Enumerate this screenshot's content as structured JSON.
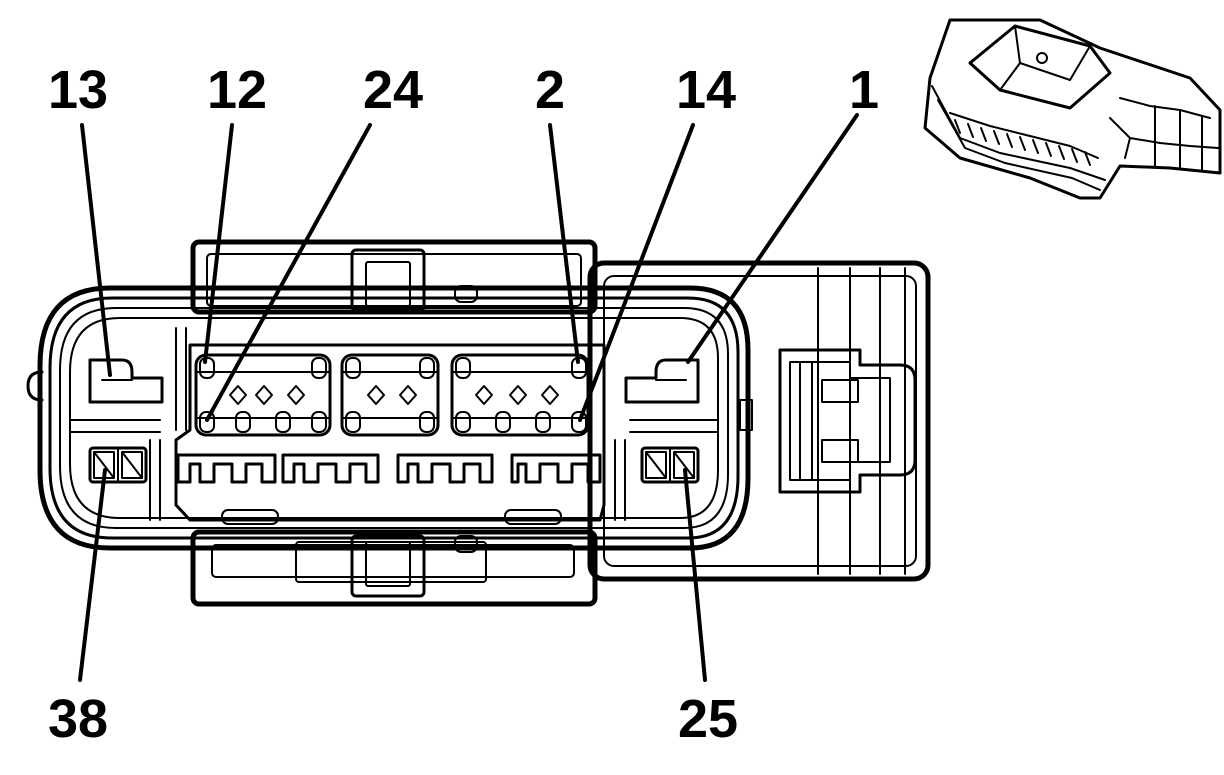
{
  "pin_labels": {
    "p13": "13",
    "p12": "12",
    "p24": "24",
    "p2": "2",
    "p14": "14",
    "p1": "1",
    "p38": "38",
    "p25": "25"
  }
}
